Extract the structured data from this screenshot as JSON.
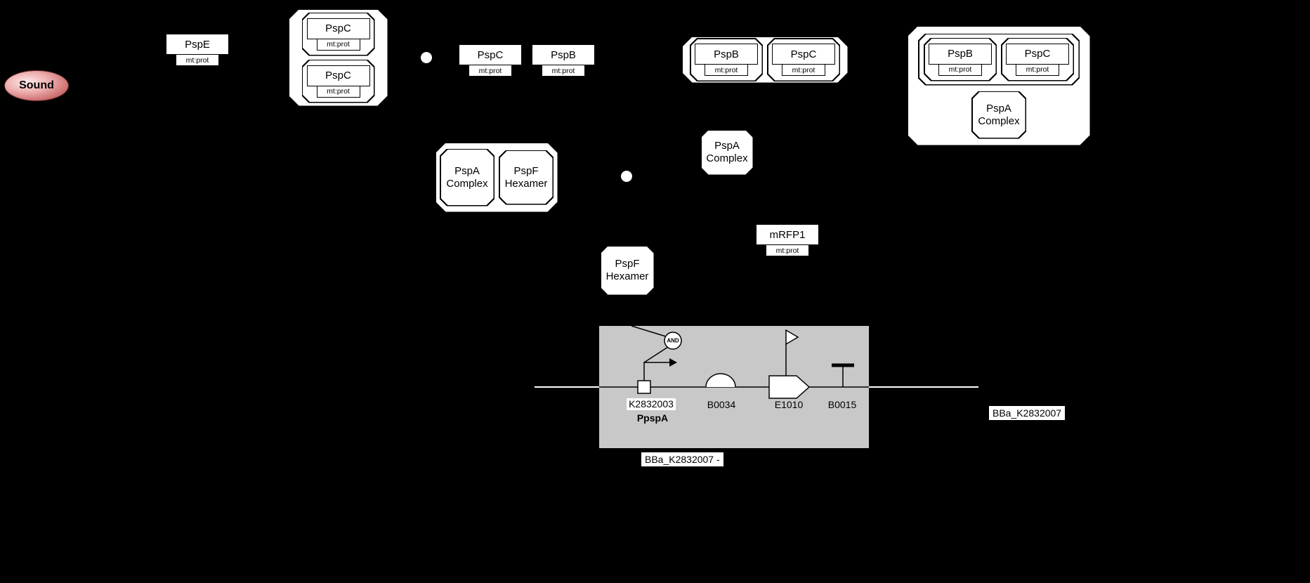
{
  "colors": {
    "background": "#000000",
    "shape_fill": "#ffffff",
    "stroke": "#000000",
    "construct_panel": "#c8c8c8",
    "sound_fill": "#d98c8c"
  },
  "species": {
    "sound": {
      "label": "Sound"
    },
    "pspe": {
      "name": "PspE",
      "tag": "mt:prot"
    },
    "pspc_pair_complex": {
      "members": [
        {
          "name": "PspC",
          "tag": "mt:prot"
        },
        {
          "name": "PspC",
          "tag": "mt:prot"
        }
      ]
    },
    "pspc": {
      "name": "PspC",
      "tag": "mt:prot"
    },
    "pspb": {
      "name": "PspB",
      "tag": "mt:prot"
    },
    "pspbc_complex": {
      "members": [
        {
          "name": "PspB",
          "tag": "mt:prot"
        },
        {
          "name": "PspC",
          "tag": "mt:prot"
        }
      ]
    },
    "membrane_complex": {
      "members": [
        {
          "name": "PspB",
          "tag": "mt:prot"
        },
        {
          "name": "PspC",
          "tag": "mt:prot"
        }
      ],
      "subcomplex": "PspA Complex"
    },
    "pspa_pspf_complex": {
      "members": [
        "PspA Complex",
        "PspF Hexamer"
      ]
    },
    "pspa_complex": {
      "label": "PspA Complex"
    },
    "pspf_hexamer": {
      "label": "PspF Hexamer"
    },
    "mrfp1": {
      "name": "mRFP1",
      "tag": "mt:prot"
    }
  },
  "construct": {
    "gate_label": "AND",
    "parts": {
      "promoter_id": "K2832003",
      "promoter_name": "PpspA",
      "rbs_id": "B0034",
      "cds_id": "E1010",
      "terminator_id": "B0015"
    },
    "backbone_id": "BBa_K2832007",
    "caption": "BBa_K2832007 -"
  }
}
